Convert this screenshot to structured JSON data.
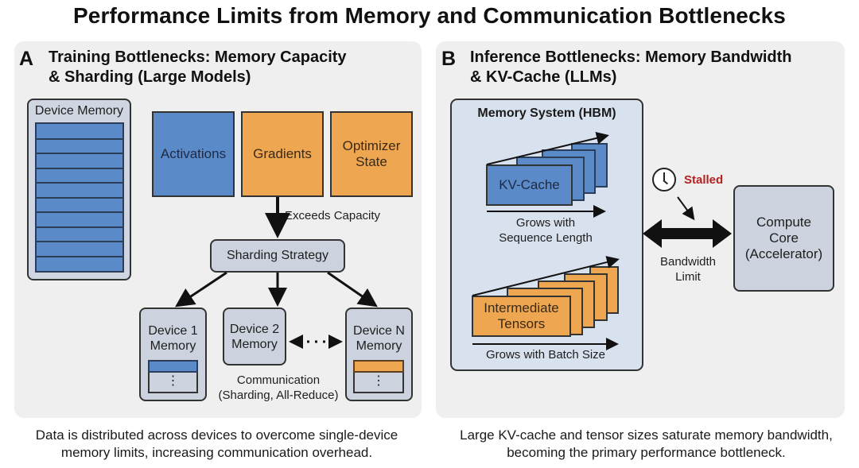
{
  "title": "Performance Limits from Memory and Communication Bottlenecks",
  "panel_a": {
    "letter": "A",
    "title_line1": "Training Bottlenecks: Memory Capacity",
    "title_line2": "& Sharding (Large Models)",
    "device_memory_label": "Device Memory",
    "device_memory_rows": 10,
    "blocks": [
      {
        "label": "Activations",
        "color": "#5b8ac9"
      },
      {
        "label": "Gradients",
        "color": "#eea650"
      },
      {
        "label_line1": "Optimizer",
        "label_line2": "State",
        "color": "#eea650"
      }
    ],
    "exceeds_label": "Exceeds Capacity",
    "sharding_label": "Sharding Strategy",
    "devices": [
      {
        "line1": "Device 1",
        "line2": "Memory",
        "shard_color": "#5b8ac9",
        "ellipsis": "⋮"
      },
      {
        "line1": "Device 2",
        "line2": "Memory"
      },
      {
        "line1": "Device N",
        "line2": "Memory",
        "shard_color": "#eea650",
        "ellipsis": "⋮"
      }
    ],
    "communication_line1": "Communication",
    "communication_line2": "(Sharding, All-Reduce)",
    "caption_line1": "Data is distributed across devices to overcome single-device",
    "caption_line2": "memory limits, increasing communication overhead."
  },
  "panel_b": {
    "letter": "B",
    "title_line1": "Inference Bottlenecks: Memory Bandwidth",
    "title_line2": "& KV-Cache (LLMs)",
    "memory_system_label": "Memory System (HBM)",
    "kv_cache_label": "KV-Cache",
    "kv_growth_line1": "Grows with",
    "kv_growth_line2": "Sequence Length",
    "tensors_line1": "Intermediate",
    "tensors_line2": "Tensors",
    "tensors_growth": "Grows with Batch Size",
    "stalled_label": "Stalled",
    "stalled_color": "#b22222",
    "bandwidth_line1": "Bandwidth",
    "bandwidth_line2": "Limit",
    "compute_line1": "Compute",
    "compute_line2": "Core",
    "compute_line3": "(Accelerator)",
    "caption_line1": "Large KV-cache and tensor sizes saturate memory bandwidth,",
    "caption_line2": "becoming the primary performance bottleneck."
  }
}
